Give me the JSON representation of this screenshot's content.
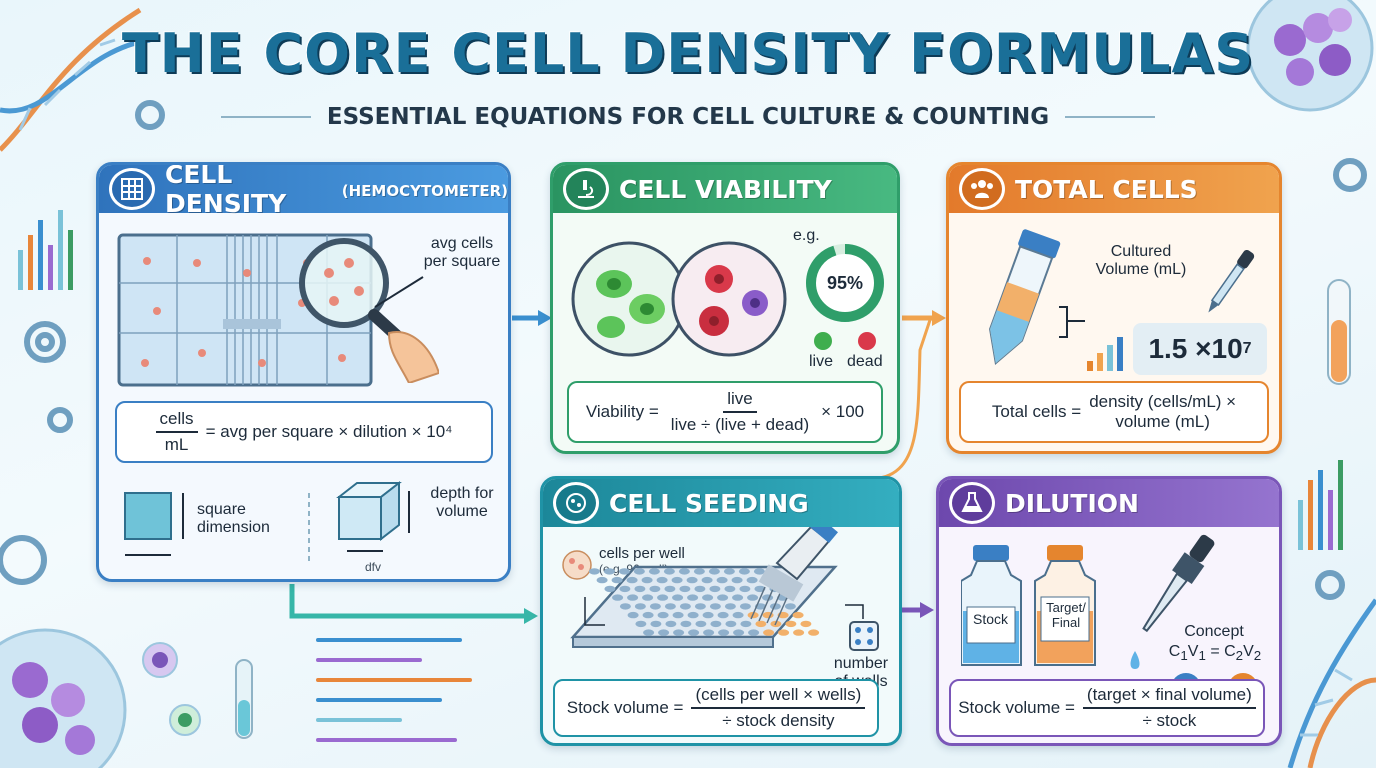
{
  "title": "THE CORE CELL DENSITY FORMULAS",
  "subtitle": "ESSENTIAL EQUATIONS FOR CELL CULTURE & COUNTING",
  "density": {
    "title": "CELL DENSITY",
    "title_small": "(HEMOCYTOMETER)",
    "magnifier_label": "avg cells\nper square",
    "formula_num": "cells",
    "formula_den": "mL",
    "formula_rhs": "= avg per square × dilution × 10⁴",
    "square_label": "square\ndimension",
    "depth_label": "depth for\nvolume",
    "dfv_label": "dfv"
  },
  "viability": {
    "title": "CELL VIABILITY",
    "eg": "e.g.",
    "percent": "95%",
    "percent_value": 95,
    "live": "live",
    "dead": "dead",
    "formula_lhs": "Viability =",
    "formula_num": "live",
    "formula_den": "live ÷ (live + dead)",
    "formula_rhs": "× 100"
  },
  "total": {
    "title": "TOTAL CELLS",
    "volume_label": "Cultured\nVolume (mL)",
    "count_base": "1.5 ×10",
    "count_exp": "7",
    "formula_lhs": "Total cells =",
    "formula_rhs": "density (cells/mL) ×\nvolume (mL)"
  },
  "seeding": {
    "title": "CELL SEEDING",
    "per_well": "cells per well",
    "per_well_eg": "(e.g. 96-well)",
    "wells_label": "number\nof wells",
    "formula_lhs": "Stock volume =",
    "formula_num": "(cells per well × wells)",
    "formula_den": "÷ stock density"
  },
  "dilution": {
    "title": "DILUTION",
    "stock": "Stock",
    "target": "Target/\nFinal",
    "concept": "Concept",
    "c": "C",
    "eq": "=",
    "v": "V",
    "formula_lhs": "Stock volume =",
    "formula_num": "(target × final volume)",
    "formula_den": "÷ stock"
  },
  "colors": {
    "blue": "#3a7fc4",
    "green": "#2f9e6a",
    "orange": "#e5852e",
    "teal": "#1f93a6",
    "purple": "#7a56b8"
  }
}
